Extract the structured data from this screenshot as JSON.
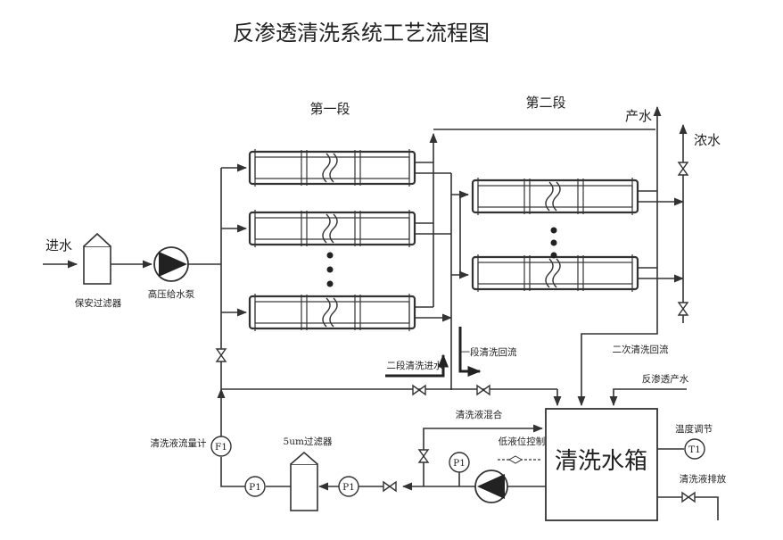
{
  "title": "反渗透清洗系统工艺流程图",
  "labels": {
    "stage1": "第一段",
    "stage2": "第二段",
    "inlet": "进水",
    "product_water": "产水",
    "concentrate": "浓水",
    "security_filter": "保安过滤器",
    "hp_pump": "高压给水泵",
    "stage2_clean_inlet": "二段清洗进水",
    "stage1_clean_return": "一段清洗回流",
    "stage2_clean_return": "二次清洗回流",
    "ro_product": "反渗透产水",
    "clean_mix": "清洗液混合",
    "flowmeter": "清洗液流量计",
    "filter_5um": "5um过滤器",
    "level_control": "低液位控制",
    "temp_control": "温度调节",
    "drain": "清洗液排放",
    "tank": "清洗水箱"
  },
  "instruments": {
    "flow": "F1",
    "pressure": "P1",
    "temperature": "T1"
  }
}
